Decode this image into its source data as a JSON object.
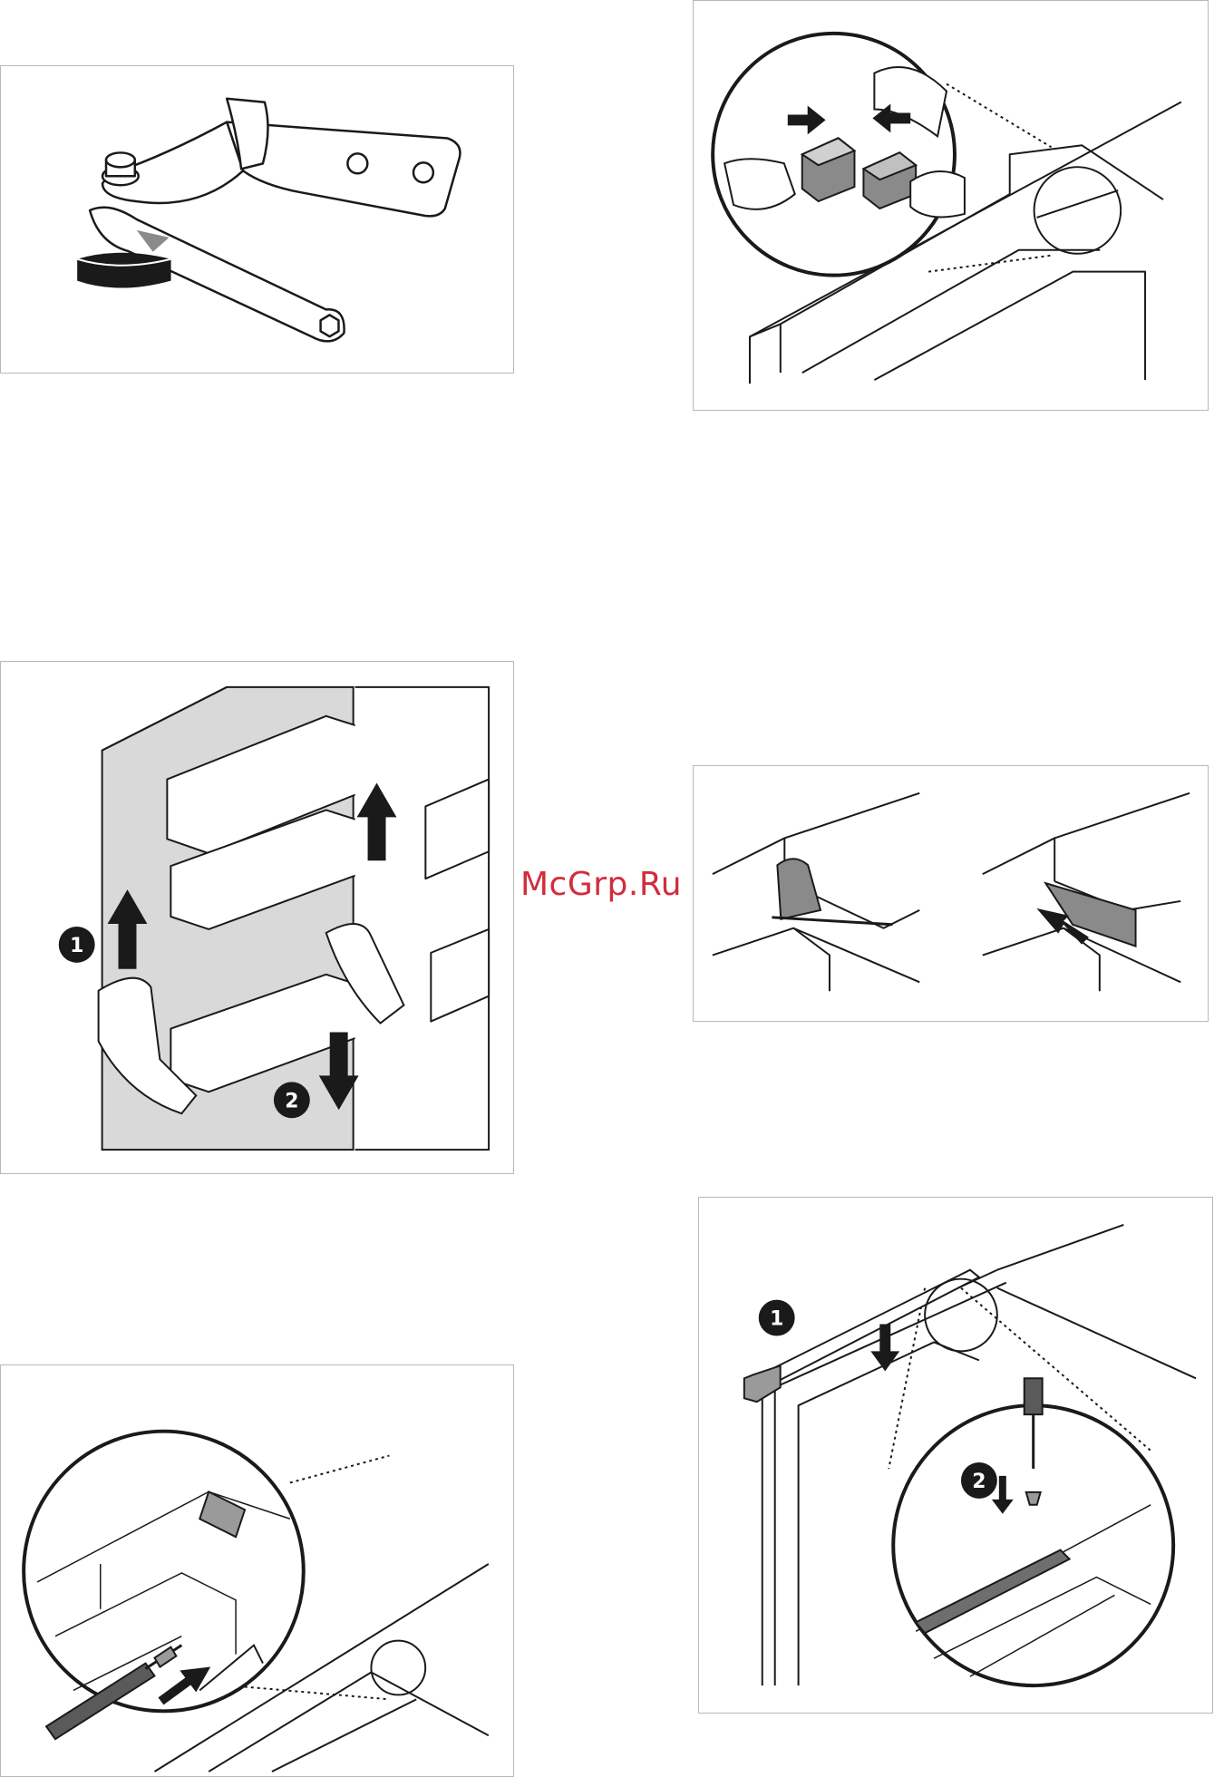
{
  "watermark": {
    "text": "McGrp.Ru",
    "color": "#d22d3c"
  },
  "figures": [
    {
      "name": "hinge-wrench",
      "icons": [
        "hinge-icon",
        "wrench-icon",
        "rotation-arrow-icon"
      ]
    },
    {
      "name": "connector-detail",
      "icons": [
        "magnifier-circle-icon",
        "connector-plug-icon",
        "arrow-right-icon",
        "arrow-left-icon"
      ]
    },
    {
      "name": "door-removal",
      "steps": [
        "1",
        "2"
      ],
      "icons": [
        "arrow-up-icon",
        "arrow-down-icon",
        "hand-icon"
      ]
    },
    {
      "name": "cable-clip",
      "icons": [
        "cable-clip-icon",
        "arrow-icon"
      ]
    },
    {
      "name": "screw-detail",
      "icons": [
        "magnifier-circle-icon",
        "screwdriver-icon",
        "screw-icon",
        "arrow-icon"
      ]
    },
    {
      "name": "top-cover-install",
      "steps": [
        "1",
        "2"
      ],
      "icons": [
        "cover-bar-icon",
        "screwdriver-icon",
        "screw-icon",
        "arrow-down-icon"
      ]
    }
  ],
  "steps": {
    "door_step1": "1",
    "door_step2": "2",
    "cover_step1": "1",
    "cover_step2": "2"
  },
  "colors": {
    "frame": "#b8b8b8",
    "line": "#1a1a1a",
    "shade": "#d9d9d9",
    "dark": "#6e6e6e"
  }
}
